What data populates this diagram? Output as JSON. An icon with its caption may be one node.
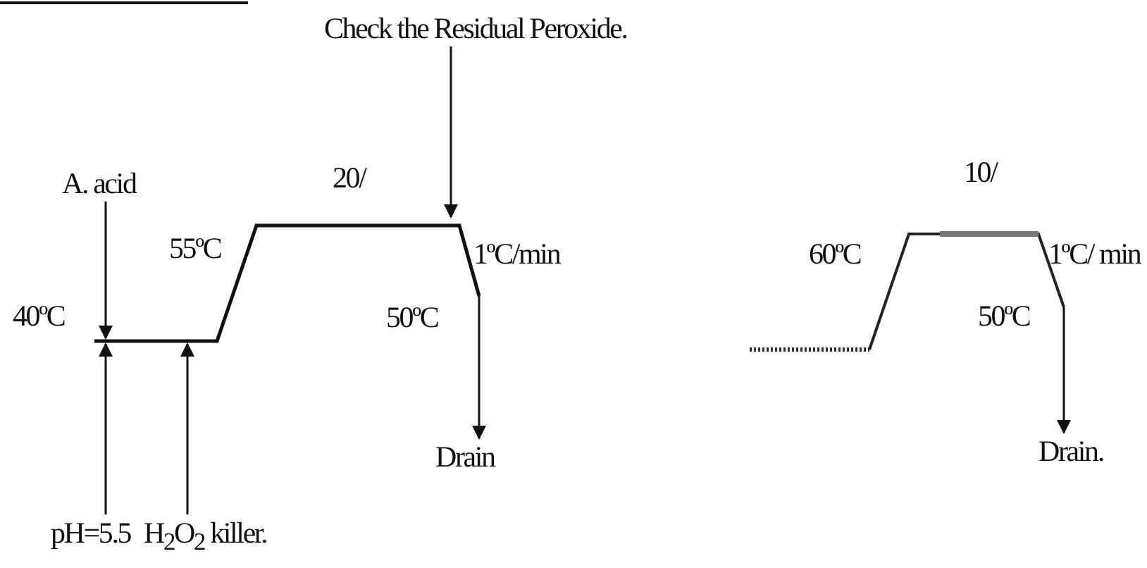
{
  "diagram": {
    "nodes": [
      {
        "text": [
          "Check the Residual Peroxide."
        ]
      },
      {
        "text": [
          "A. acid"
        ]
      },
      {
        "text": [
          "pH=5.5"
        ]
      },
      {
        "text": [
          "H$_{2}$O$_{2}$ killer."
        ]
      },
      {
        "text": [
          "Drain"
        ]
      },
      {
        "text": [
          "Drain."
        ]
      }
    ],
    "edges": [
      {
        "from": 0,
        "to": null,
        "arrow": "to"
      },
      {
        "from": 1,
        "to": null,
        "arrow": "to"
      },
      {
        "from": 2,
        "to": null,
        "arrow": "to"
      },
      {
        "from": 3,
        "to": null,
        "arrow": "to"
      },
      {
        "from": null,
        "to": 4,
        "arrow": "to"
      },
      {
        "from": null,
        "to": 5,
        "arrow": "to"
      }
    ],
    "labels": [
      "20/",
      "55ºC",
      "40ºC",
      "1ºC/min",
      "50ºC",
      "10/",
      "60ºC",
      "1ºC/ min",
      "50ºC"
    ]
  }
}
